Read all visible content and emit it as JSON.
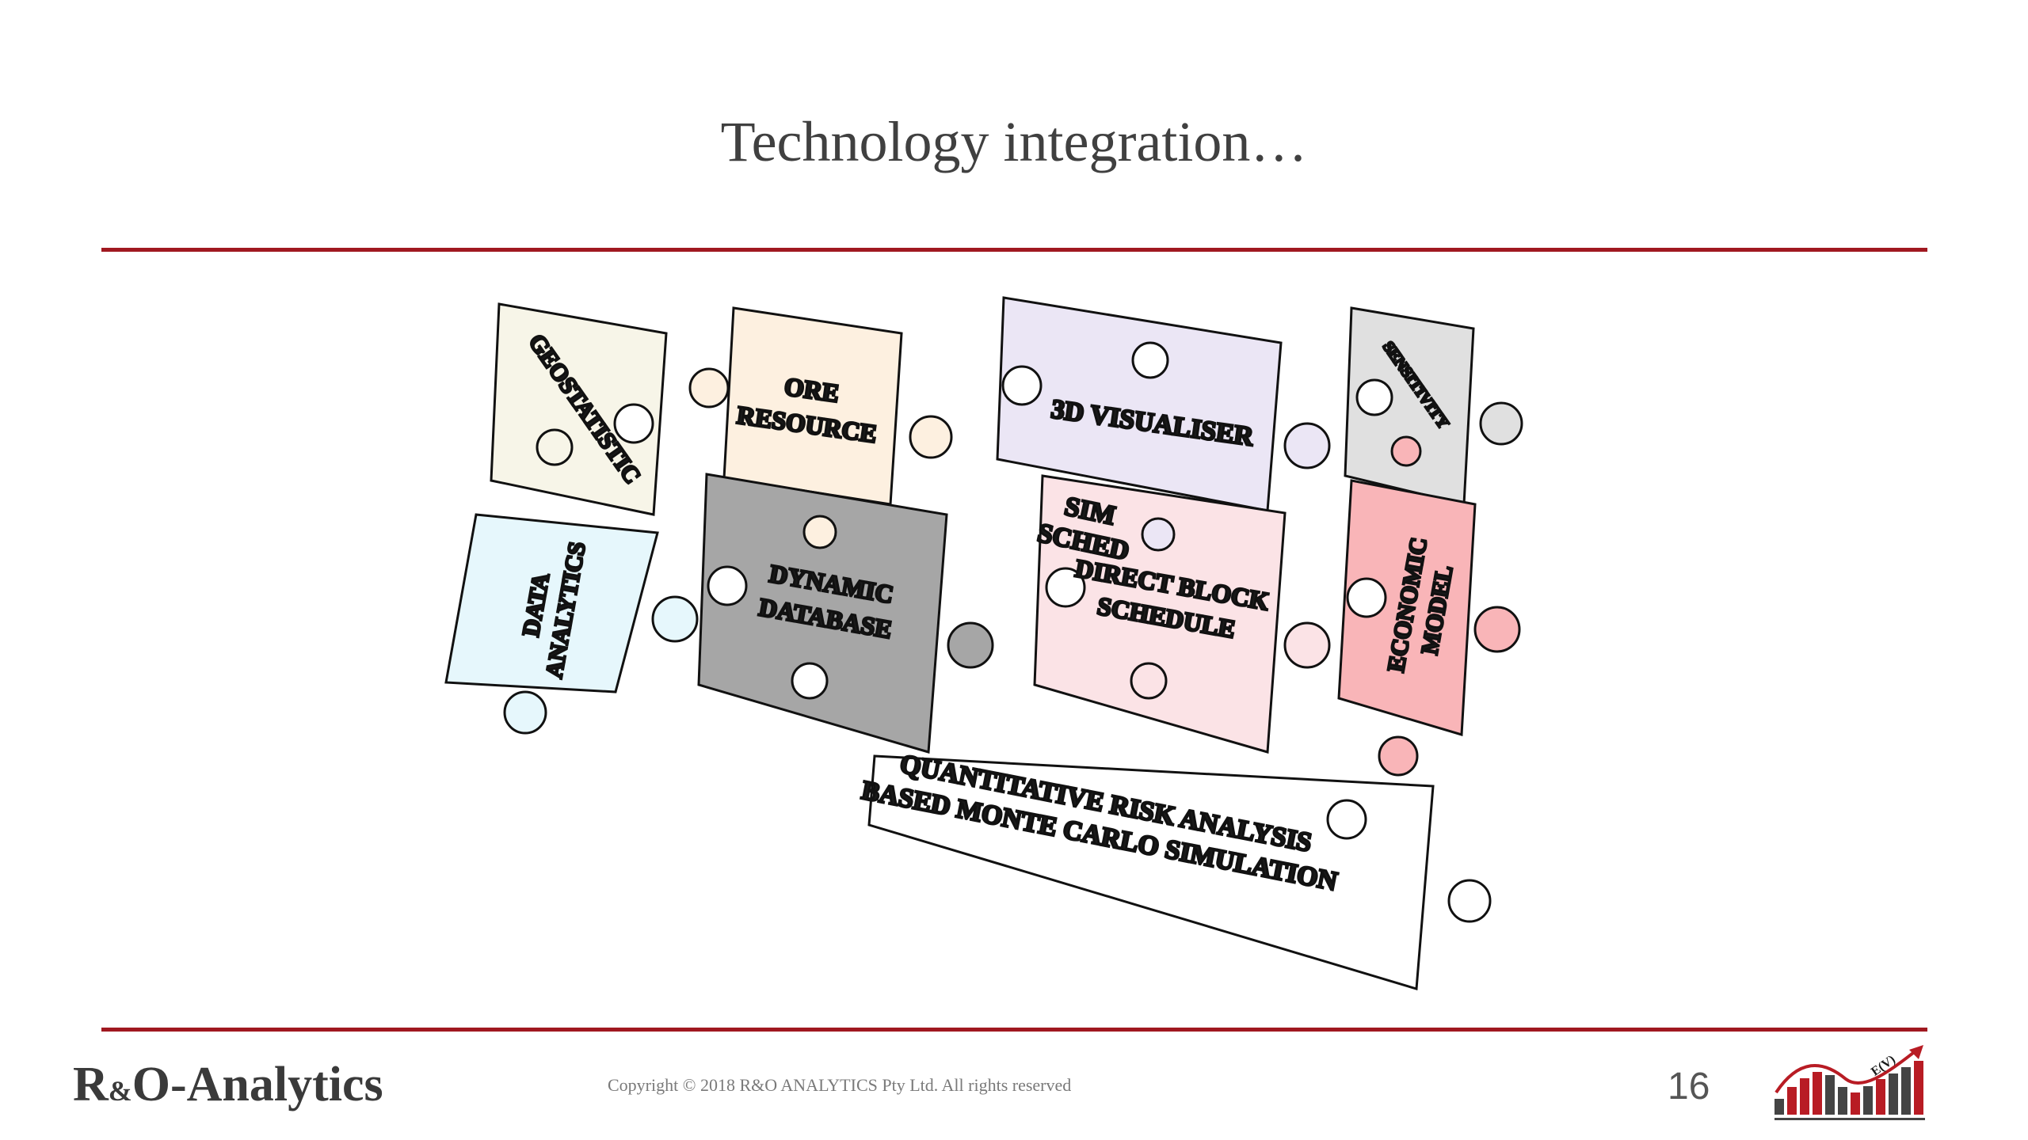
{
  "slide": {
    "title": "Technology integration…",
    "page_number": "16",
    "copyright": "Copyright © 2018 R&O ANALYTICS Pty Ltd. All rights reserved",
    "brand": {
      "r": "R",
      "amp": "&",
      "rest": "O-Analytics"
    },
    "logo_label": "E(V)"
  },
  "puzzle": {
    "geostatistic": "GEOSTATISTIC",
    "ore_resource": [
      "ORE",
      "RESOURCE"
    ],
    "visualiser": "3D VISUALISER",
    "sensitivity": "SENSITIVITY",
    "data_analytics": [
      "DATA",
      "ANALYTICS"
    ],
    "dynamic_database": [
      "DYNAMIC",
      "DATABASE"
    ],
    "sim_sched": [
      "SIM",
      "SCHED"
    ],
    "direct_block": [
      "DIRECT BLOCK",
      "SCHEDULE"
    ],
    "economic_model": [
      "ECONOMIC",
      "MODEL"
    ],
    "qra": [
      "QUANTITATIVE RISK ANALYSIS",
      "BASED MONTE CARLO SIMULATION"
    ]
  },
  "colors": {
    "accent": "#a01820",
    "text": "#404040"
  }
}
